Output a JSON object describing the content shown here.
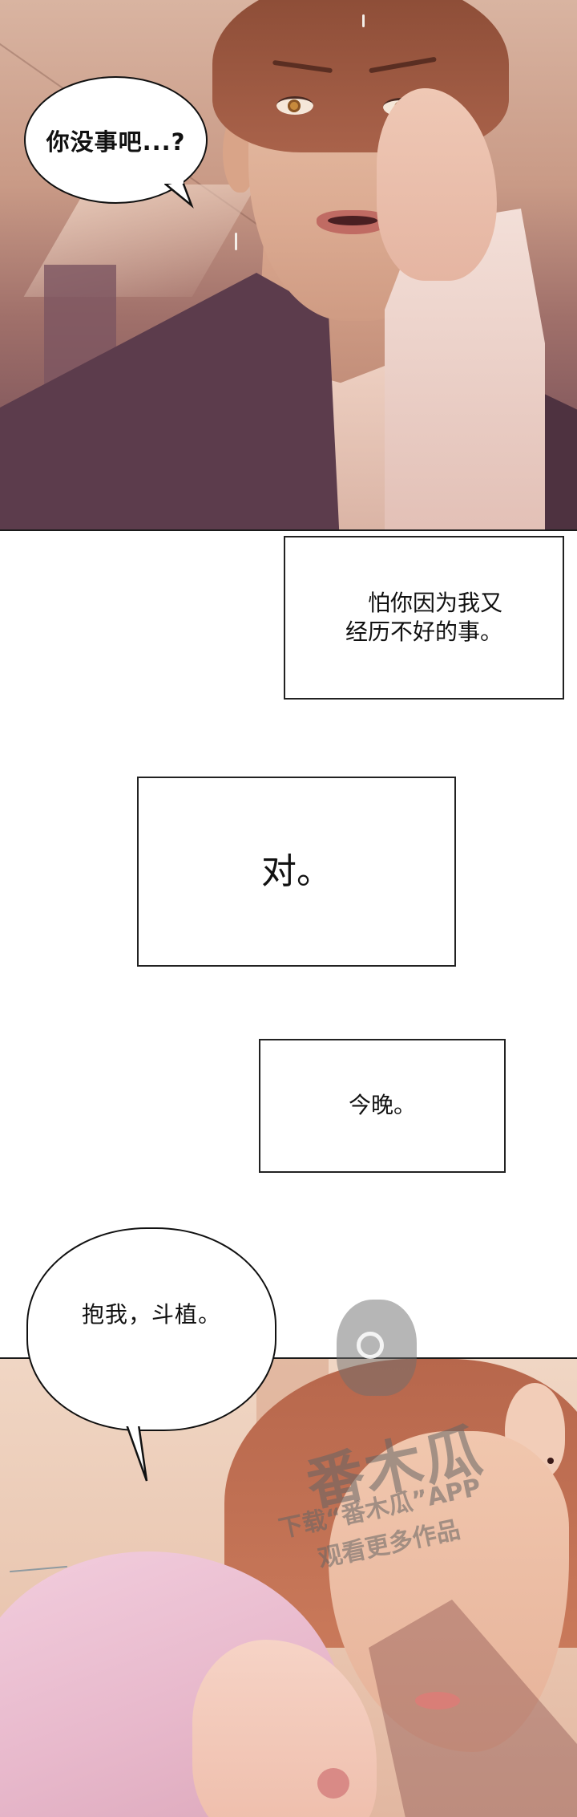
{
  "comic": {
    "panel_1": {
      "speech_bubble": {
        "text": "你没事吧...?"
      },
      "description": "man touching his cheek, surprised"
    },
    "captions": [
      {
        "id": "caption-1",
        "lines": [
          "怕你因为我又",
          "经历不好的事。"
        ]
      },
      {
        "id": "caption-2",
        "lines": [
          "对。"
        ]
      },
      {
        "id": "caption-3",
        "lines": [
          "今晚。"
        ]
      }
    ],
    "panel_2": {
      "speech_bubble": {
        "text": "抱我，斗植。"
      },
      "description": "two characters face to face, close embrace"
    },
    "watermark": {
      "logo": "番木瓜",
      "line1": "下载“番木瓜”APP",
      "line2": "观看更多作品"
    }
  },
  "colors": {
    "panel_border": "#1a1a1a",
    "page_background": "#ffffff",
    "caption_border": "#222222"
  }
}
